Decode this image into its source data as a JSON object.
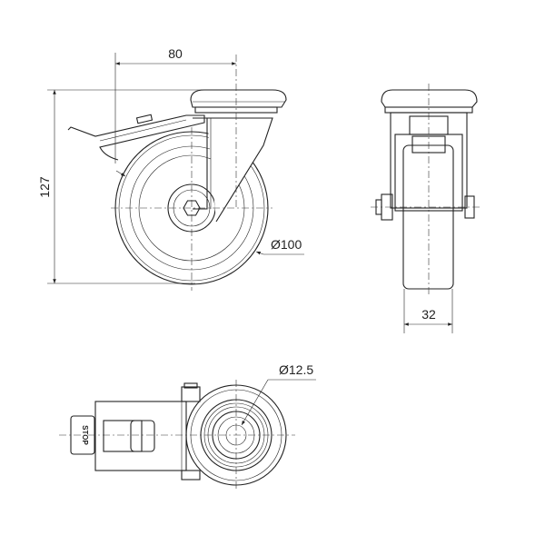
{
  "title": "Swivel castor with brake - technical drawing",
  "dimensions": {
    "width_offset": "80",
    "height": "127",
    "wheel_diameter": "Ø100",
    "wheel_width": "32",
    "bolt_hole": "Ø12.5"
  },
  "labels": {
    "brake": "STOP"
  }
}
